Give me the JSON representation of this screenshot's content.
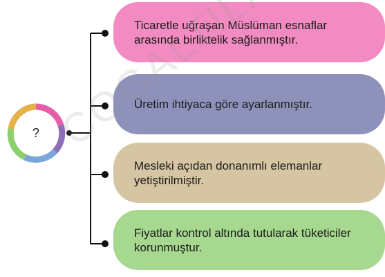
{
  "center": {
    "label": "?"
  },
  "watermark": {
    "text": "COGALTILAN"
  },
  "items": [
    {
      "text": "Ticaretle uğraşan Müslüman esnaflar arasında birliktelik sağlanmıştır.",
      "color": "#f28bc1"
    },
    {
      "text": "Üretim ihtiyaca göre ayarlanmıştır.",
      "color": "#8e92ba"
    },
    {
      "text": "Mesleki açıdan donanımlı elemanlar yetiştirilmiştir.",
      "color": "#d6c5a2"
    },
    {
      "text": "Fiyatlar kontrol altında tutularak tüketiciler korunmuştur.",
      "color": "#a6d88f"
    }
  ],
  "colors": {
    "connector": "#111111",
    "ring": [
      "#e55fa6",
      "#8c6fb8",
      "#7aa7d8",
      "#8ccf6f",
      "#e6b04a"
    ]
  }
}
